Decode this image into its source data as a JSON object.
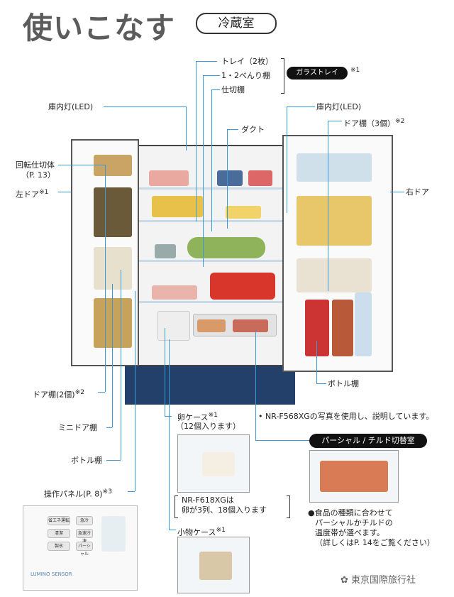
{
  "title": "使いこなす",
  "section": "冷蔵室",
  "labels": {
    "tray": "トレイ（2枚）",
    "shelf12": "1・2べんり棚",
    "divider": "仕切棚",
    "glass_tray": "ガラストレイ",
    "glass_note": "※1",
    "led_left": "庫内灯(LED)",
    "led_right": "庫内灯(LED)",
    "duct": "ダクト",
    "door_pocket3": "ドア棚（3個）",
    "door_pocket3_note": "※2",
    "rotating": "回転仕切体",
    "rotating_page": "（P. 13）",
    "left_door": "左ドア",
    "left_door_note": "※1",
    "right_door": "右ドア",
    "door_pocket2": "ドア棚(2個)",
    "door_pocket2_note": "※2",
    "mini_door": "ミニドア棚",
    "bottle_shelf_left": "ボトル棚",
    "bottle_shelf_right": "ボトル棚",
    "control_panel": "操作パネル(P. 8)",
    "control_panel_note": "※3",
    "egg_case": "卵ケース",
    "egg_case_note": "※1",
    "egg_count": "（12個入ります）",
    "model_note": "• NR-F568XGの写真を使用し、説明しています。",
    "egg_model_line1": "NR-F618XGは",
    "egg_model_line2": "卵が3列、18個入ります",
    "small_case": "小物ケース",
    "small_case_note": "※1",
    "partial_chilled": "パーシャル / チルド切替室",
    "partial_desc1": "●食品の種類に合わせて",
    "partial_desc2": "パーシャルかチルドの",
    "partial_desc3": "温度帯が選べます。",
    "partial_desc4": "（詳しくはP. 14をご覧ください）",
    "watermark": "東京国際旅行社"
  },
  "panel": {
    "buttons": [
      "省エネ運転",
      "急冷",
      "清潔",
      "急速冷凍",
      "製氷",
      "パーシャル"
    ],
    "sensor": "LUMINO SENSOR"
  },
  "colors": {
    "accent_line": "#3a9ad9",
    "drawer": "#22406a",
    "title": "#5b5b5b"
  }
}
